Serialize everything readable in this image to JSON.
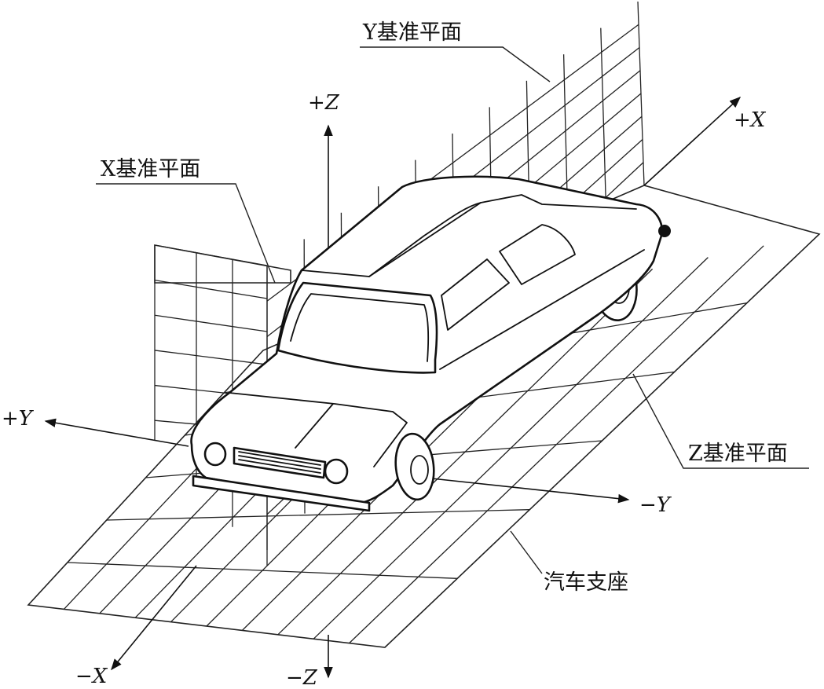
{
  "labels": {
    "y_plane": "Y基准平面",
    "x_plane": "X基准平面",
    "z_plane": "Z基准平面",
    "car_stand": "汽车支座"
  },
  "axes": {
    "pos_z": "+Z",
    "neg_z": "−Z",
    "pos_x": "+X",
    "neg_x": "−X",
    "pos_y": "+Y",
    "neg_y": "−Y"
  }
}
